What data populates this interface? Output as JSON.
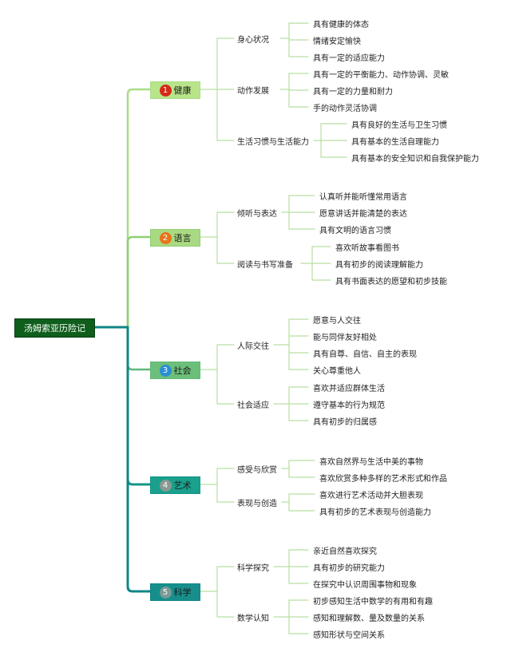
{
  "root": "汤姆索亚历险记",
  "categories": [
    {
      "num": "1",
      "label": "健康",
      "box_color": "#b9e58a",
      "badge_color": "#d42a16",
      "line_color": "#a8dc87",
      "subs": [
        {
          "label": "身心状况",
          "items": [
            "具有健康的体态",
            "情绪安定愉快",
            "具有一定的适应能力"
          ]
        },
        {
          "label": "动作发展",
          "items": [
            "具有一定的平衡能力、动作协调、灵敏",
            "具有一定的力量和耐力",
            "手的动作灵活协调"
          ]
        },
        {
          "label": "生活习惯与生活能力",
          "items": [
            "具有良好的生活与卫生习惯",
            "具有基本的生活自理能力",
            "具有基本的安全知识和自我保护能力"
          ]
        }
      ]
    },
    {
      "num": "2",
      "label": "语言",
      "box_color": "#a9d982",
      "badge_color": "#e8741b",
      "line_color": "#8fcf72",
      "subs": [
        {
          "label": "倾听与表达",
          "items": [
            "认真听并能听懂常用语言",
            "愿意讲话并能清楚的表达",
            "具有文明的语言习惯"
          ]
        },
        {
          "label": "阅读与书写准备",
          "items": [
            "喜欢听故事看图书",
            "具有初步的阅读理解能力",
            "具有书面表达的愿望和初步技能"
          ]
        }
      ]
    },
    {
      "num": "3",
      "label": "社会",
      "box_color": "#6cbf7a",
      "badge_color": "#2b8fd6",
      "line_color": "#5fb87a",
      "subs": [
        {
          "label": "人际交往",
          "items": [
            "愿意与人交往",
            "能与同伴友好相处",
            "具有自尊、自信、自主的表现",
            "关心尊重他人"
          ]
        },
        {
          "label": "社会适应",
          "items": [
            "喜欢并适应群体生活",
            "遵守基本的行为规范",
            "具有初步的归属感"
          ]
        }
      ]
    },
    {
      "num": "4",
      "label": "艺术",
      "box_color": "#1aa08c",
      "badge_color": "#8a9a92",
      "line_color": "#12968a",
      "subs": [
        {
          "label": "感受与欣赏",
          "items": [
            "喜欢自然界与生活中美的事物",
            "喜欢欣赏多种多样的艺术形式和作品"
          ]
        },
        {
          "label": "表现与创造",
          "items": [
            "喜欢进行艺术活动并大胆表现",
            "具有初步的艺术表现与创造能力"
          ]
        }
      ]
    },
    {
      "num": "5",
      "label": "科学",
      "box_color": "#168f8c",
      "badge_color": "#7a9a96",
      "line_color": "#0f8585",
      "subs": [
        {
          "label": "科学探究",
          "items": [
            "亲近自然喜欢探究",
            "具有初步的研究能力",
            "在探究中认识周围事物和现象"
          ]
        },
        {
          "label": "数学认知",
          "items": [
            "初步感知生活中数学的有用和有趣",
            "感知和理解数、量及数量的关系",
            "感知形状与空间关系"
          ]
        }
      ]
    }
  ]
}
